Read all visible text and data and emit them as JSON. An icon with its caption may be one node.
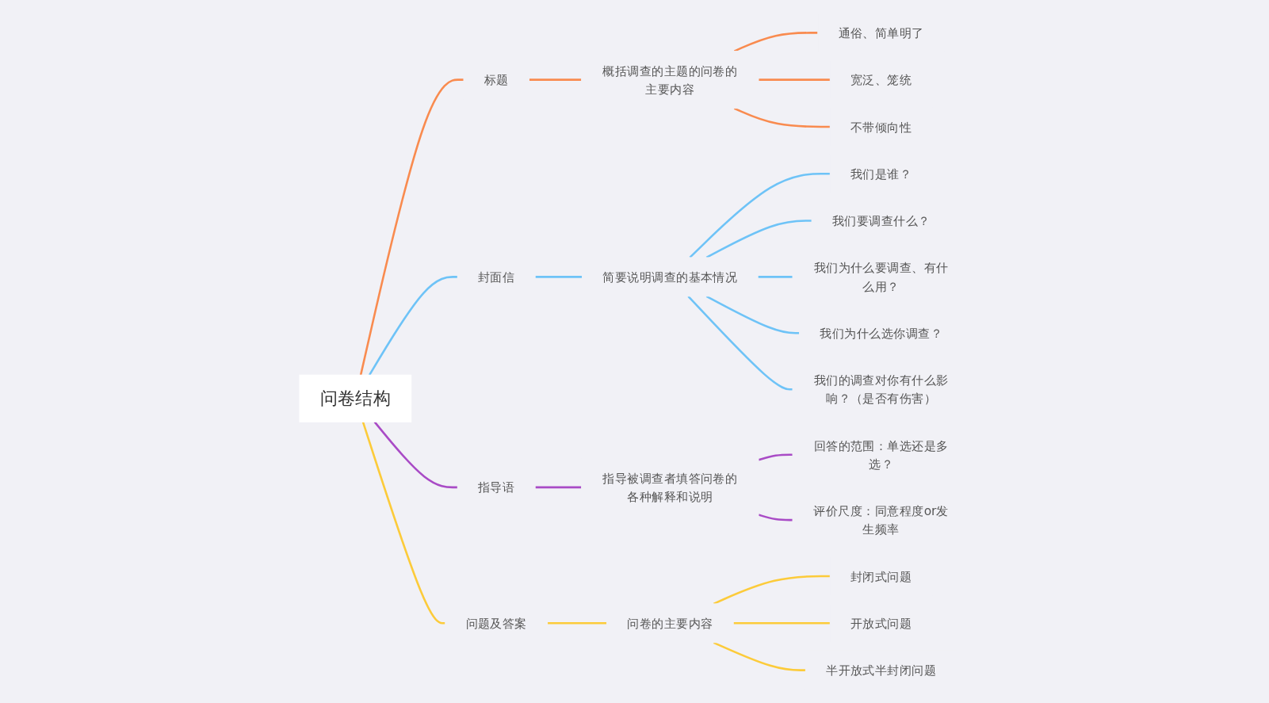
{
  "diagram": {
    "nodes": [
      {
        "text": [
          "问卷结构"
        ]
      },
      {
        "text": [
          "标题"
        ]
      },
      {
        "text": [
          "概括调查的主题的问卷的主要内容"
        ]
      },
      {
        "text": [
          "通俗、简单明了"
        ]
      },
      {
        "text": [
          "宽泛、笼统"
        ]
      },
      {
        "text": [
          "不带倾向性"
        ]
      },
      {
        "text": [
          "封面信"
        ]
      },
      {
        "text": [
          "简要说明调查的基本情况"
        ]
      },
      {
        "text": [
          "我们是谁？"
        ]
      },
      {
        "text": [
          "我们要调查什么？"
        ]
      },
      {
        "text": [
          "我们为什么要调查、有什么用？"
        ]
      },
      {
        "text": [
          "我们为什么选你调查？"
        ]
      },
      {
        "text": [
          "我们的调查对你有什么影响？（是否有伤害）"
        ]
      },
      {
        "text": [
          "指导语"
        ]
      },
      {
        "text": [
          "指导被调查者填答问卷的各种解释和说明"
        ]
      },
      {
        "text": [
          "回答的范围：单选还是多选？"
        ]
      },
      {
        "text": [
          "评价尺度：同意程度or发生频率"
        ]
      },
      {
        "text": [
          "问题及答案"
        ]
      },
      {
        "text": [
          "问卷的主要内容"
        ]
      },
      {
        "text": [
          "封闭式问题"
        ]
      },
      {
        "text": [
          "开放式问题"
        ]
      },
      {
        "text": [
          "半开放式半封闭问题"
        ]
      }
    ],
    "edges": [
      {
        "from": 0,
        "to": 1,
        "arrow": "none",
        "color": "#f98b4f"
      },
      {
        "from": 1,
        "to": 2,
        "arrow": "none",
        "color": "#f98b4f"
      },
      {
        "from": 2,
        "to": 3,
        "arrow": "none",
        "color": "#f98b4f"
      },
      {
        "from": 2,
        "to": 4,
        "arrow": "none",
        "color": "#f98b4f"
      },
      {
        "from": 2,
        "to": 5,
        "arrow": "none",
        "color": "#f98b4f"
      },
      {
        "from": 0,
        "to": 6,
        "arrow": "none",
        "color": "#6ec3f7"
      },
      {
        "from": 6,
        "to": 7,
        "arrow": "none",
        "color": "#6ec3f7"
      },
      {
        "from": 7,
        "to": 8,
        "arrow": "none",
        "color": "#6ec3f7"
      },
      {
        "from": 7,
        "to": 9,
        "arrow": "none",
        "color": "#6ec3f7"
      },
      {
        "from": 7,
        "to": 10,
        "arrow": "none",
        "color": "#6ec3f7"
      },
      {
        "from": 7,
        "to": 11,
        "arrow": "none",
        "color": "#6ec3f7"
      },
      {
        "from": 7,
        "to": 12,
        "arrow": "none",
        "color": "#6ec3f7"
      },
      {
        "from": 0,
        "to": 13,
        "arrow": "none",
        "color": "#a94bc6"
      },
      {
        "from": 13,
        "to": 14,
        "arrow": "none",
        "color": "#a94bc6"
      },
      {
        "from": 14,
        "to": 15,
        "arrow": "none",
        "color": "#a94bc6"
      },
      {
        "from": 14,
        "to": 16,
        "arrow": "none",
        "color": "#a94bc6"
      },
      {
        "from": 0,
        "to": 17,
        "arrow": "none",
        "color": "#fccb3a"
      },
      {
        "from": 17,
        "to": 18,
        "arrow": "none",
        "color": "#fccb3a"
      },
      {
        "from": 18,
        "to": 19,
        "arrow": "none",
        "color": "#fccb3a"
      },
      {
        "from": 18,
        "to": 20,
        "arrow": "none",
        "color": "#fccb3a"
      },
      {
        "from": 18,
        "to": 21,
        "arrow": "none",
        "color": "#fccb3a"
      }
    ]
  }
}
